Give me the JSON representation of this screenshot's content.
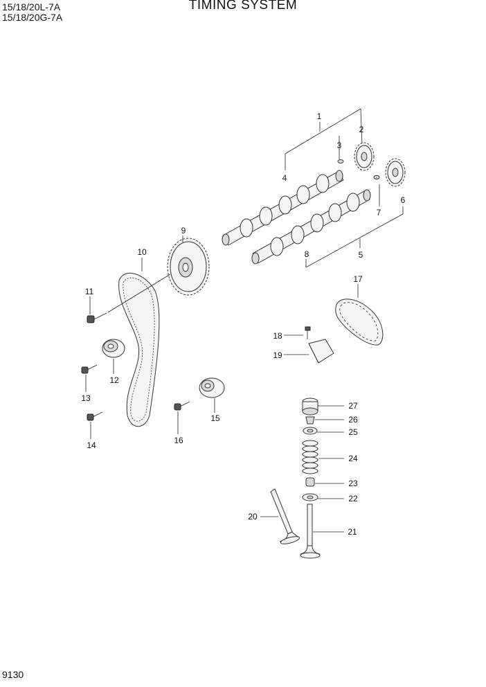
{
  "header": {
    "model_line1": "15/18/20L-7A",
    "model_line2": "15/18/20G-7A",
    "title": "TIMING SYSTEM"
  },
  "footer": {
    "page_number": "9130"
  },
  "callouts": [
    {
      "id": "1",
      "part": "camshaft-assembly"
    },
    {
      "id": "2",
      "part": "sprocket"
    },
    {
      "id": "3",
      "part": "key"
    },
    {
      "id": "4",
      "part": "camshaft"
    },
    {
      "id": "5",
      "part": "camshaft-assembly"
    },
    {
      "id": "6",
      "part": "sprocket"
    },
    {
      "id": "7",
      "part": "key"
    },
    {
      "id": "8",
      "part": "camshaft"
    },
    {
      "id": "9",
      "part": "timing-pulley"
    },
    {
      "id": "10",
      "part": "timing-belt"
    },
    {
      "id": "11",
      "part": "bolt"
    },
    {
      "id": "12",
      "part": "tensioner"
    },
    {
      "id": "13",
      "part": "bolt"
    },
    {
      "id": "14",
      "part": "bolt"
    },
    {
      "id": "15",
      "part": "idler-pulley"
    },
    {
      "id": "16",
      "part": "bolt"
    },
    {
      "id": "17",
      "part": "chain"
    },
    {
      "id": "18",
      "part": "bolt"
    },
    {
      "id": "19",
      "part": "chain-guide"
    },
    {
      "id": "20",
      "part": "intake-valve"
    },
    {
      "id": "21",
      "part": "exhaust-valve"
    },
    {
      "id": "22",
      "part": "spring-seat"
    },
    {
      "id": "23",
      "part": "valve-seal"
    },
    {
      "id": "24",
      "part": "valve-spring"
    },
    {
      "id": "25",
      "part": "spring-retainer"
    },
    {
      "id": "26",
      "part": "valve-cotter"
    },
    {
      "id": "27",
      "part": "tappet"
    }
  ]
}
